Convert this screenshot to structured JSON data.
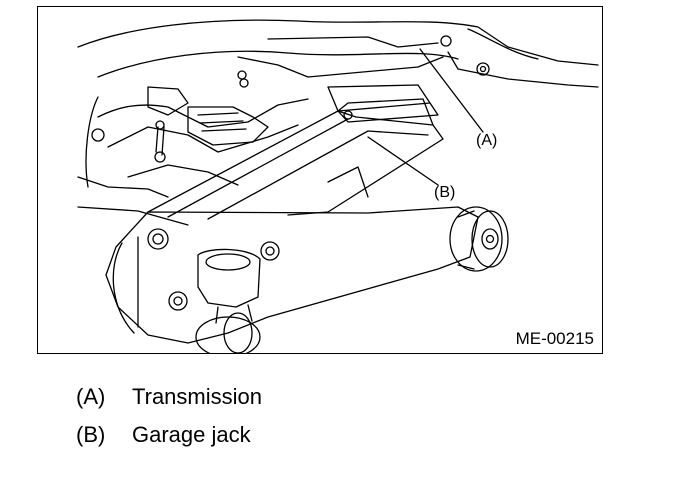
{
  "figure": {
    "code": "ME-00215",
    "callouts": {
      "a": "(A)",
      "b": "(B)"
    }
  },
  "legend": [
    {
      "key": "(A)",
      "label": "Transmission"
    },
    {
      "key": "(B)",
      "label": "Garage jack"
    }
  ]
}
